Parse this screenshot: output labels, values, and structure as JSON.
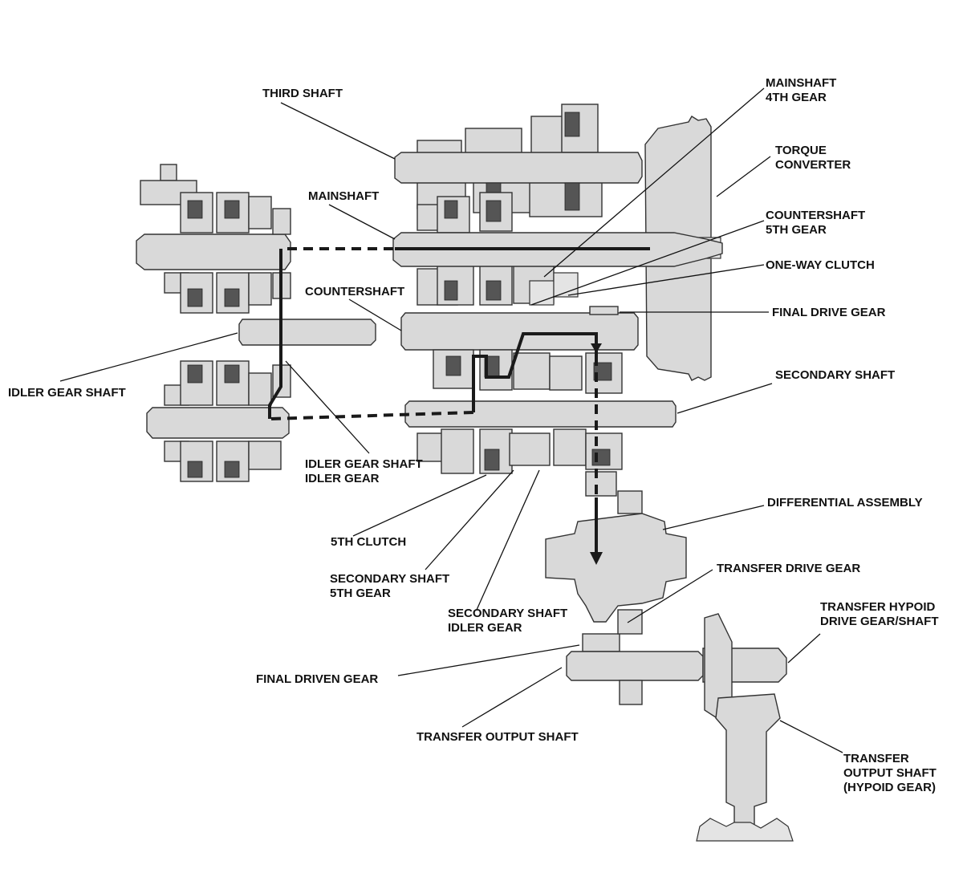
{
  "labels": {
    "third_shaft": "THIRD SHAFT",
    "mainshaft_4th_gear": [
      "MAINSHAFT",
      "4TH GEAR"
    ],
    "torque_converter": [
      "TORQUE",
      "CONVERTER"
    ],
    "mainshaft": "MAINSHAFT",
    "countershaft_5th_gear": [
      "COUNTERSHAFT",
      "5TH GEAR"
    ],
    "one_way_clutch": "ONE-WAY CLUTCH",
    "countershaft": "COUNTERSHAFT",
    "final_drive_gear": "FINAL DRIVE GEAR",
    "idler_gear_shaft": "IDLER GEAR SHAFT",
    "secondary_shaft": "SECONDARY SHAFT",
    "idler_gear_shaft_idler_gear": [
      "IDLER GEAR SHAFT",
      "IDLER GEAR"
    ],
    "fifth_clutch": "5TH CLUTCH",
    "differential_assembly": "DIFFERENTIAL ASSEMBLY",
    "secondary_shaft_5th_gear": [
      "SECONDARY SHAFT",
      "5TH GEAR"
    ],
    "transfer_drive_gear": "TRANSFER DRIVE GEAR",
    "secondary_shaft_idler_gear": [
      "SECONDARY SHAFT",
      "IDLER GEAR"
    ],
    "transfer_hypoid_drive_gear_shaft": [
      "TRANSFER HYPOID",
      "DRIVE GEAR/SHAFT"
    ],
    "final_driven_gear": "FINAL DRIVEN GEAR",
    "transfer_output_shaft": "TRANSFER OUTPUT SHAFT",
    "transfer_output_shaft_hypoid_gear": [
      "TRANSFER",
      "OUTPUT SHAFT",
      "(HYPOID GEAR)"
    ]
  },
  "colors": {
    "part_fill": "#d9d9d9",
    "outline": "#333333",
    "power_flow": "#1a1a1a",
    "text": "#111111"
  }
}
